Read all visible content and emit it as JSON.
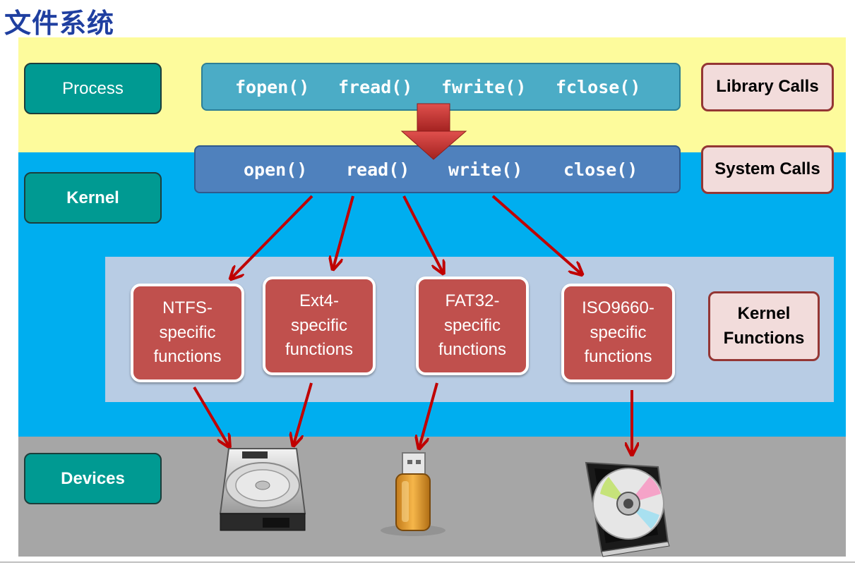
{
  "title": "文件系统",
  "layers": {
    "process": "Process",
    "kernel": "Kernel",
    "devices": "Devices"
  },
  "library_calls": [
    "fopen()",
    "fread()",
    "fwrite()",
    "fclose()"
  ],
  "system_calls": [
    "open()",
    "read()",
    "write()",
    "close()"
  ],
  "labels": {
    "library_calls": "Library Calls",
    "system_calls": "System Calls",
    "kernel_functions_line1": "Kernel",
    "kernel_functions_line2": "Functions"
  },
  "fs_functions": [
    {
      "line1": "NTFS-",
      "line2": "specific",
      "line3": "functions"
    },
    {
      "line1": "Ext4-",
      "line2": "specific",
      "line3": "functions"
    },
    {
      "line1": "FAT32-",
      "line2": "specific",
      "line3": "functions"
    },
    {
      "line1": "ISO9660-",
      "line2": "specific",
      "line3": "functions"
    }
  ],
  "devices": [
    "hard-disk-icon",
    "usb-drive-icon",
    "cd-case-icon"
  ],
  "colors": {
    "title": "#1f3fa0",
    "process_band": "#fdfb9c",
    "kernel_band": "#00aeef",
    "device_band": "#a6a6a6",
    "kernel_functions_panel": "#b8cce4",
    "layer_box": "#009a92",
    "library_bar": "#4bacc6",
    "system_bar": "#4f81bd",
    "fs_box": "#c0504d",
    "arrow": "#c00000"
  }
}
